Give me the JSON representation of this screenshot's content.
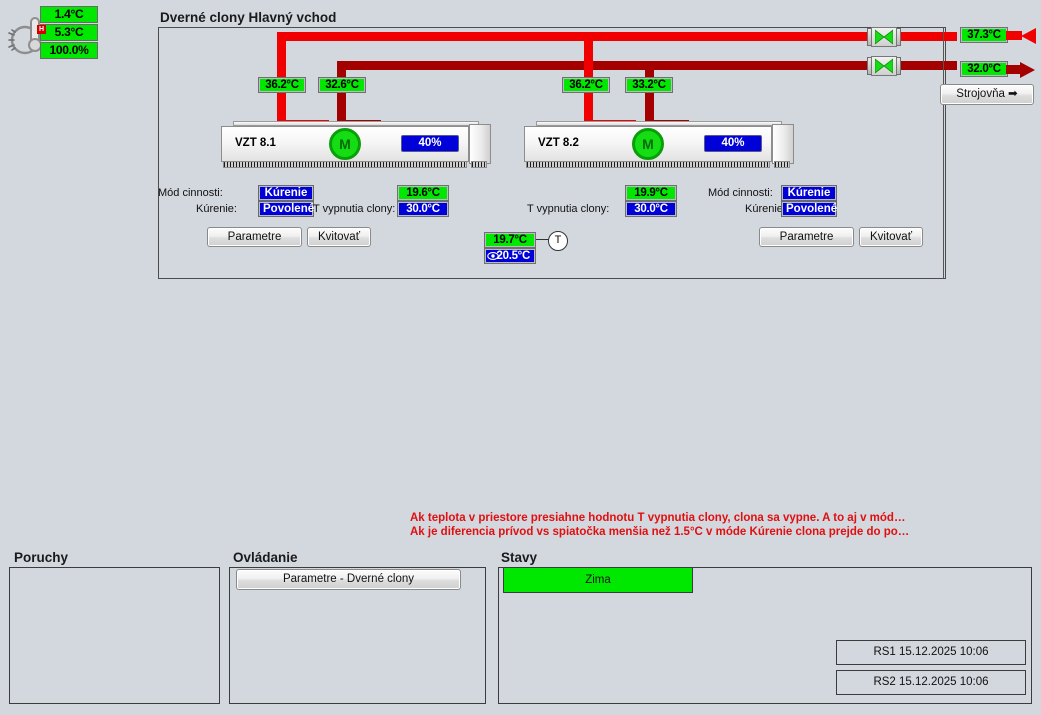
{
  "outdoor": {
    "temperature": "1.4°C",
    "temperature2": "5.3°C",
    "humidity": "100.0%",
    "humidity_flag": "H",
    "icon": "thermometer-snow-icon"
  },
  "main": {
    "title": "Dverné clony Hlavný vchod",
    "pipes": {
      "supply_color": "#f00000",
      "return_color": "#a50000"
    },
    "pipe_temps": [
      {
        "name": "vzt81-supply",
        "value": "36.2°C"
      },
      {
        "name": "vzt81-return",
        "value": "32.6°C"
      },
      {
        "name": "vzt82-supply",
        "value": "36.2°C"
      },
      {
        "name": "vzt82-return",
        "value": "33.2°C"
      }
    ],
    "header_temps": [
      {
        "name": "main-supply",
        "value": "37.3°C"
      },
      {
        "name": "main-return",
        "value": "32.0°C"
      }
    ],
    "valves": [
      {
        "name": "supply-valve",
        "state_color": "#00e800"
      },
      {
        "name": "return-valve",
        "state_color": "#00e800"
      }
    ],
    "strojovna_button": "Strojovňa ➡",
    "units": [
      {
        "id": "vzt81",
        "label": "VZT 8.1",
        "motor": "M",
        "motor_color": "#14dd14",
        "output": "40%",
        "mode_label": "Mód cinnosti:",
        "mode_value": "Kúrenie",
        "heating_label": "Kúrenie:",
        "heating_value": "Povolené",
        "room_temp": "19.6°C",
        "shutoff_label": "T vypnutia clony:",
        "shutoff_value": "30.0°C",
        "parametre_button": "Parametre",
        "kvitovat_button": "Kvitovať"
      },
      {
        "id": "vzt82",
        "label": "VZT 8.2",
        "motor": "M",
        "motor_color": "#14dd14",
        "output": "40%",
        "mode_label": "Mód cinnosti:",
        "mode_value": "Kúrenie",
        "heating_label": "Kúrenie:",
        "heating_value": "Povolené",
        "room_temp": "19.9°C",
        "shutoff_label": "T vypnutia clony:",
        "shutoff_value": "30.0°C",
        "parametre_button": "Parametre",
        "kvitovat_button": "Kvitovať"
      }
    ],
    "room_thermostat": {
      "measured": "19.7°C",
      "setpoint": "20.5°C",
      "setpoint_icon": "eye-icon",
      "symbol": "T"
    }
  },
  "notes": [
    "Ak teplota v priestore presiahne hodnotu T vypnutia clony, clona sa vypne. A to aj v mód…",
    "Ak je diferencia prívod vs spiatočka menšia než 1.5°C v móde Kúrenie clona prejde do po…"
  ],
  "bottom": {
    "faults": {
      "title": "Poruchy",
      "items": []
    },
    "control": {
      "title": "Ovládanie",
      "button": "Parametre - Dverné clony"
    },
    "states": {
      "title": "Stavy",
      "active": {
        "label": "Zima",
        "color": "#00e800"
      },
      "rs_buttons": [
        "RS1 15.12.2025 10:06",
        "RS2 15.12.2025 10:06"
      ]
    }
  }
}
